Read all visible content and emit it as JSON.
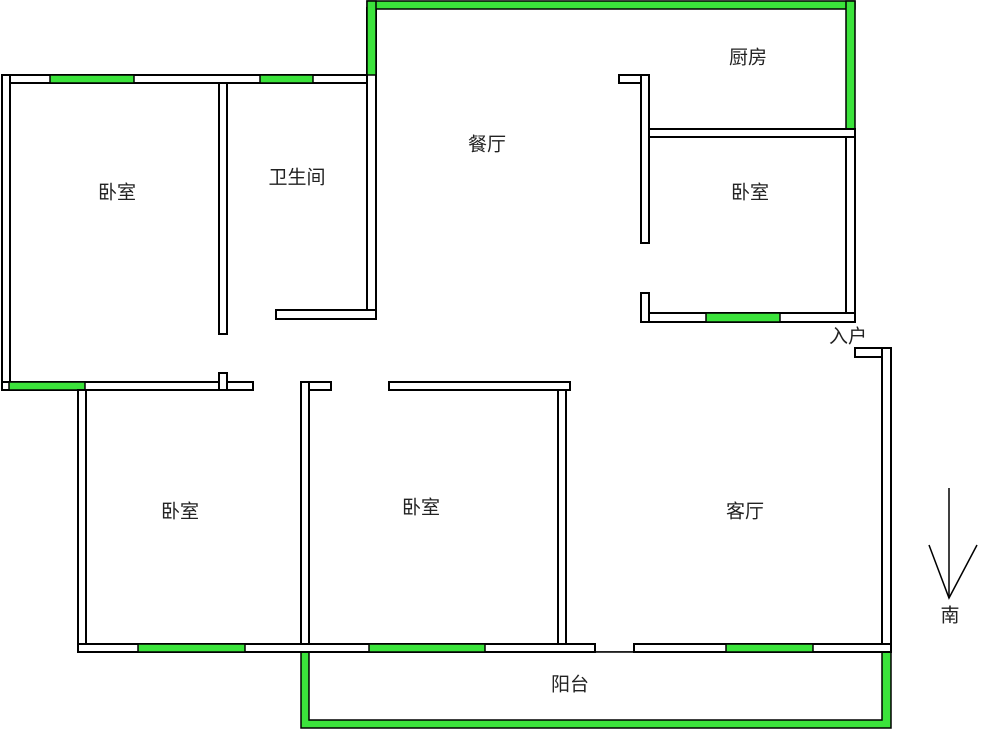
{
  "rooms": {
    "bedroom_nw": "卧室",
    "bathroom": "卫生间",
    "dining": "餐厅",
    "kitchen": "厨房",
    "bedroom_ne": "卧室",
    "entrance": "入户",
    "bedroom_sw": "卧室",
    "bedroom_s": "卧室",
    "living": "客厅",
    "balcony": "阳台"
  },
  "compass": {
    "label": "南"
  },
  "colors": {
    "window": "#3be33b",
    "wall": "#ffffff",
    "outline": "#000000"
  }
}
